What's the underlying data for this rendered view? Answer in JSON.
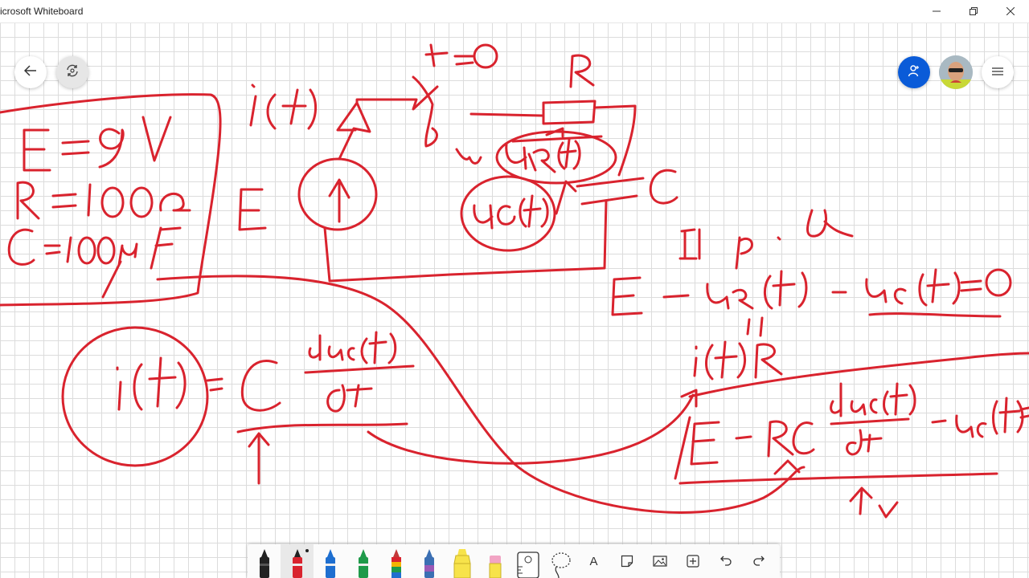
{
  "window": {
    "title": "Microsoft Whiteboard",
    "minimize_icon": "minimize-icon",
    "restore_icon": "restore-icon",
    "close_icon": "close-icon"
  },
  "top_controls": {
    "back_icon": "back-arrow-icon",
    "sync_icon": "sync-icon",
    "invite_icon": "add-person-icon",
    "menu_icon": "hamburger-menu-icon"
  },
  "toolbar": {
    "tools": [
      {
        "name": "pen-black",
        "color": "#222222"
      },
      {
        "name": "pen-red",
        "color": "#d9232e"
      },
      {
        "name": "pen-blue",
        "color": "#1e6fd0"
      },
      {
        "name": "pen-green",
        "color": "#1f9a4a"
      },
      {
        "name": "pen-rainbow",
        "color": "#c23a3a"
      },
      {
        "name": "pen-galaxy",
        "color": "#3b6fb3"
      },
      {
        "name": "highlighter-yellow",
        "color": "#f7e34a"
      },
      {
        "name": "eraser",
        "color": "#f2a4c4"
      }
    ],
    "text_tool_label": "A",
    "colors": {
      "accent": "#0a5bd8",
      "ink": "#d9232e"
    }
  }
}
